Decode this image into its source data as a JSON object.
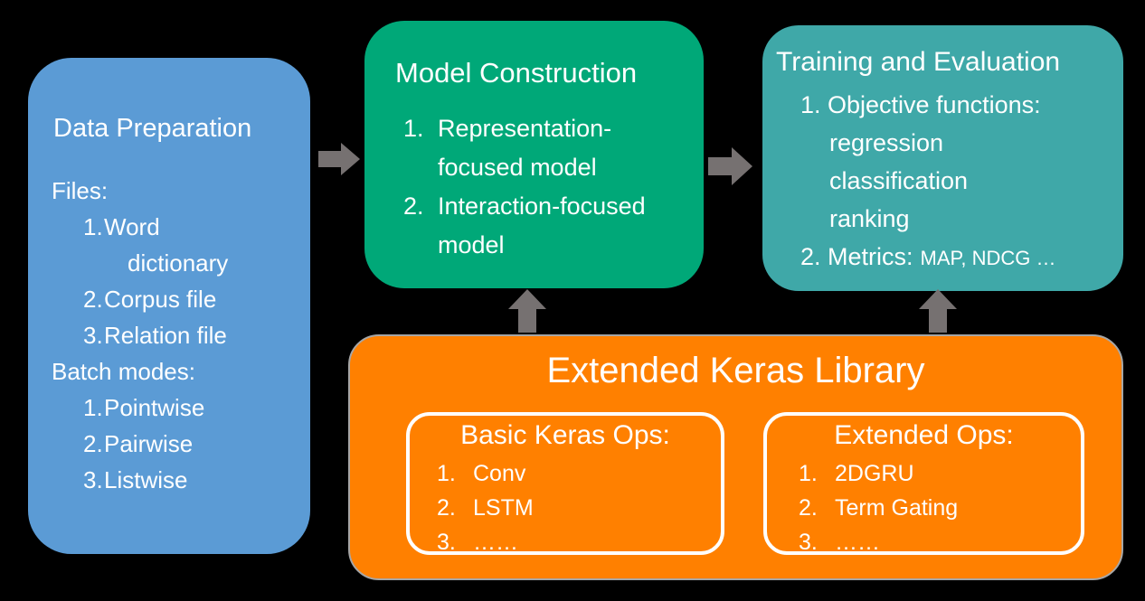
{
  "colors": {
    "background": "#000000",
    "blue": "#5B9BD5",
    "green": "#00A878",
    "teal": "#3FA8A8",
    "orange": "#FF8000",
    "orange_border": "#A6A6A6",
    "arrow": "#767171",
    "text": "#FFFFFF"
  },
  "boxes": {
    "data_preparation": {
      "title": "Data Preparation",
      "lines": [
        {
          "n": "",
          "t": "Files:"
        },
        {
          "n": "1.",
          "t": "Word"
        },
        {
          "n": "",
          "t": "dictionary"
        },
        {
          "n": "2.",
          "t": "Corpus file"
        },
        {
          "n": "3.",
          "t": "Relation file"
        },
        {
          "n": "",
          "t": "Batch modes:"
        },
        {
          "n": "1.",
          "t": "Pointwise"
        },
        {
          "n": "2.",
          "t": "Pairwise"
        },
        {
          "n": "3.",
          "t": "Listwise"
        }
      ]
    },
    "model_construction": {
      "title": "Model Construction",
      "lines": [
        {
          "n": "1.",
          "t": "Representation-"
        },
        {
          "n": "",
          "t": "focused model"
        },
        {
          "n": "2.",
          "t": "Interaction-focused"
        },
        {
          "n": "",
          "t": "model"
        }
      ]
    },
    "training_evaluation": {
      "title": "Training and Evaluation",
      "lines": [
        {
          "n": "1.",
          "t": "Objective functions:"
        },
        {
          "n": "",
          "t": "regression"
        },
        {
          "n": "",
          "t": "classification"
        },
        {
          "n": "",
          "t": "ranking"
        },
        {
          "n": "2.",
          "t": "Metrics:"
        }
      ],
      "metrics_small": "MAP, NDCG …"
    },
    "keras_library": {
      "title": "Extended Keras Library",
      "basic_ops": {
        "title": "Basic Keras Ops:",
        "items": [
          {
            "n": "1.",
            "t": "Conv"
          },
          {
            "n": "2.",
            "t": "LSTM"
          },
          {
            "n": "3.",
            "t": "……"
          }
        ]
      },
      "extended_ops": {
        "title": "Extended Ops:",
        "items": [
          {
            "n": "1.",
            "t": "2DGRU"
          },
          {
            "n": "2.",
            "t": "Term Gating"
          },
          {
            "n": "3.",
            "t": "……"
          }
        ]
      }
    }
  }
}
